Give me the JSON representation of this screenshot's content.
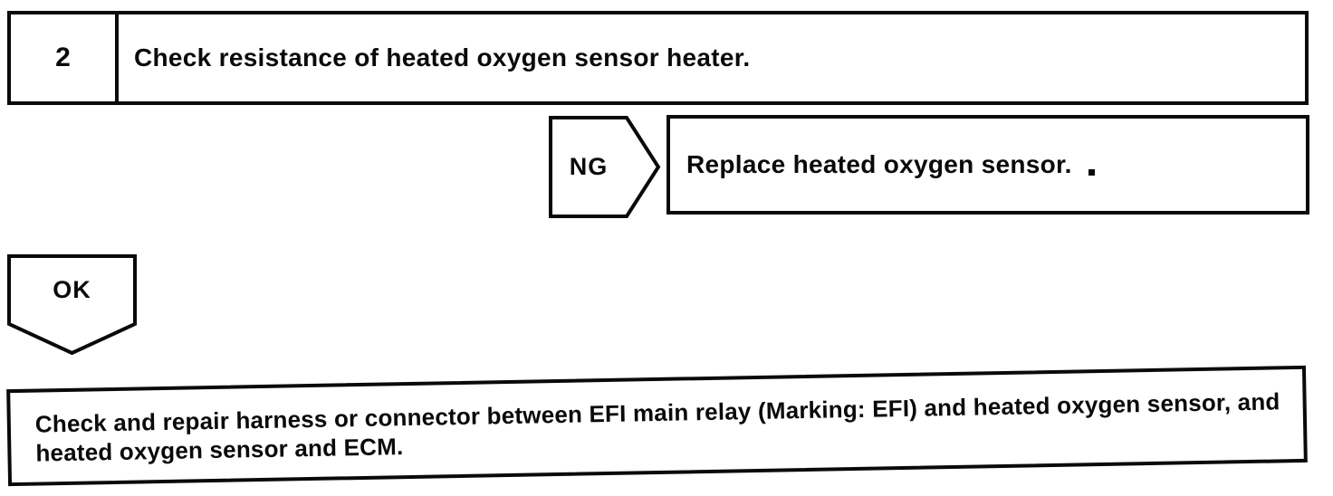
{
  "page": {
    "background_color": "#ffffff",
    "ink_color": "#0a0a0a"
  },
  "flowchart": {
    "step": {
      "number": "2",
      "instruction": "Check resistance of heated oxygen sensor heater."
    },
    "ng": {
      "label": "NG",
      "action": "Replace heated oxygen sensor."
    },
    "ok": {
      "label": "OK",
      "action": "Check and repair harness or connector between EFI main relay (Marking: EFI) and heated oxygen sensor, and heated oxygen sensor and ECM."
    }
  }
}
